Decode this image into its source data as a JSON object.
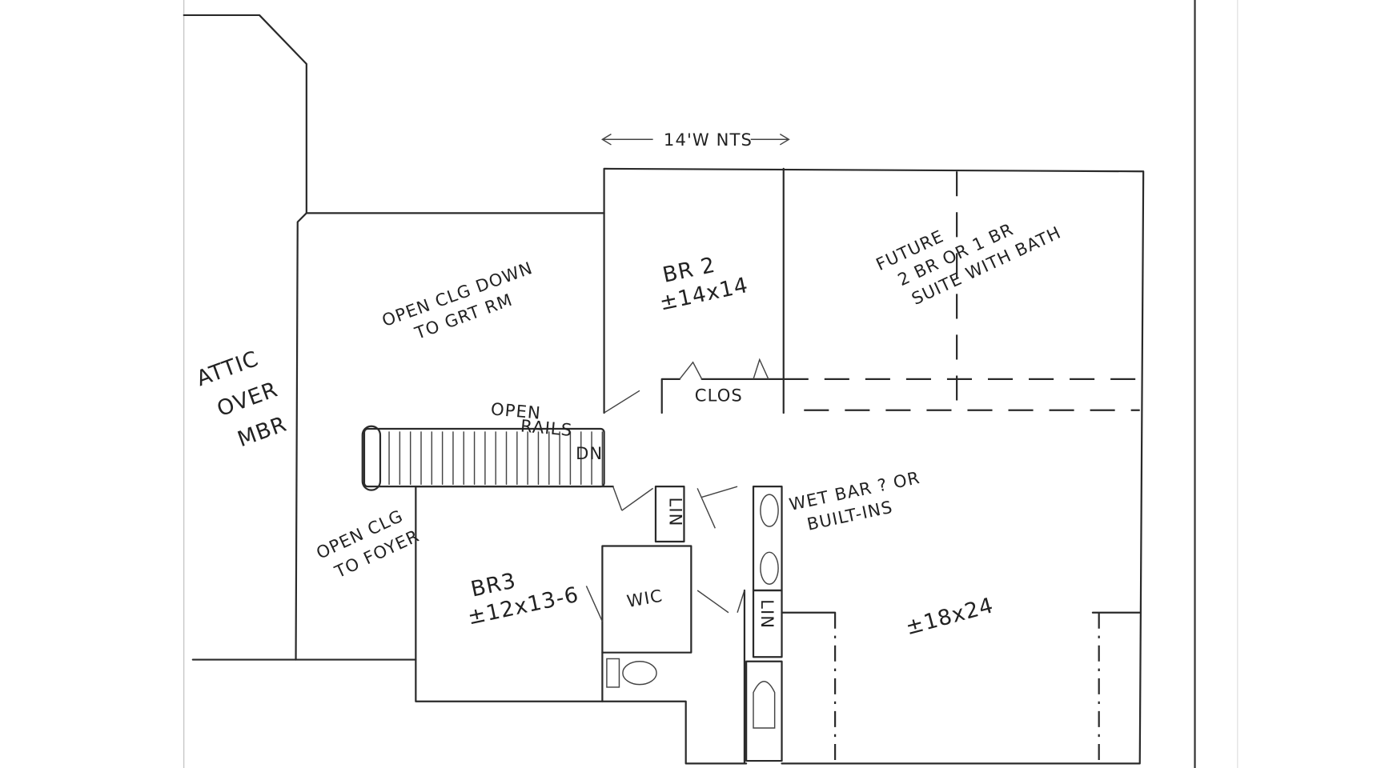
{
  "labels": {
    "attic": [
      "ATTIC",
      "OVER",
      "MBR"
    ],
    "open_clg_down": [
      "OPEN CLG DOWN",
      "TO GRT RM"
    ],
    "width_note": "14'W NTS",
    "br2": [
      "BR 2",
      "±14x14"
    ],
    "future": [
      "FUTURE",
      "2 BR OR 1 BR",
      "SUITE WITH BATH"
    ],
    "closet": "CLOS",
    "open_rails": [
      "OPEN",
      "RAILS"
    ],
    "down": "DN",
    "linen_1": "LIN",
    "linen_2": "LIN",
    "wet_bar": [
      "WET BAR ? OR",
      "BUILT-INS"
    ],
    "open_clg_foyer": [
      "OPEN CLG",
      "TO FOYER"
    ],
    "br3": [
      "BR3",
      "±12x13-6"
    ],
    "wic": "WIC",
    "bonus_room": "±18x24"
  },
  "colors": {
    "ink": "#2a2a2a",
    "paper": "#ffffff"
  }
}
